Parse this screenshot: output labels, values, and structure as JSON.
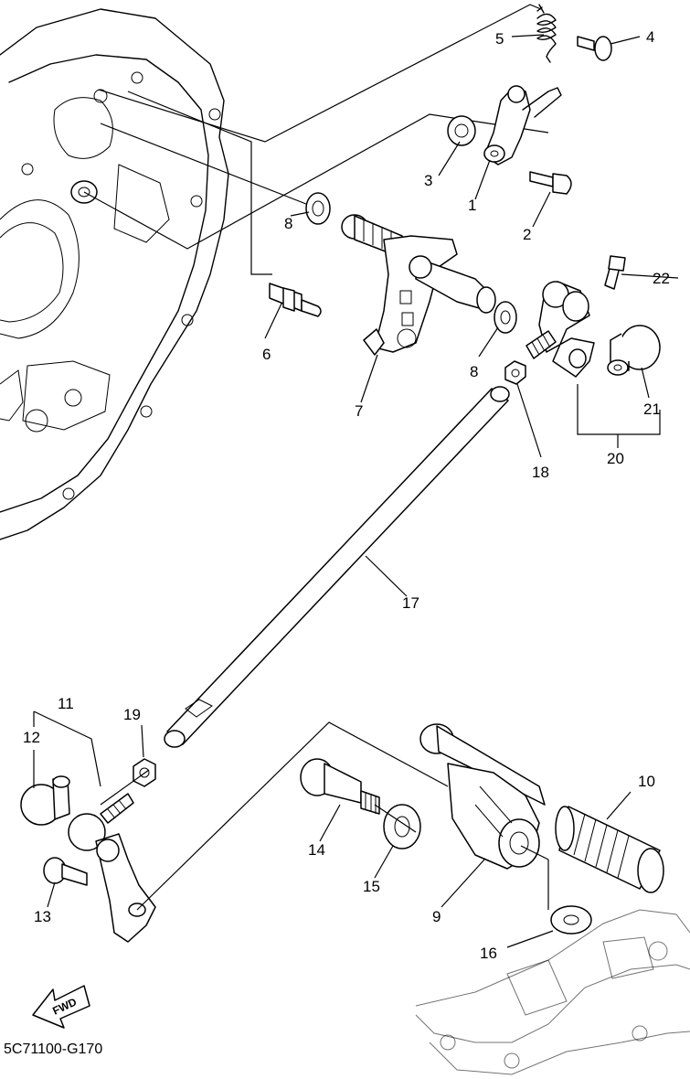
{
  "diagram_code": "5C71100-G170",
  "fwd_label": "FWD",
  "callouts": [
    {
      "id": "1",
      "text": "1"
    },
    {
      "id": "2",
      "text": "2"
    },
    {
      "id": "3",
      "text": "3"
    },
    {
      "id": "4",
      "text": "4"
    },
    {
      "id": "5",
      "text": "5"
    },
    {
      "id": "6",
      "text": "6"
    },
    {
      "id": "7",
      "text": "7"
    },
    {
      "id": "8a",
      "text": "8"
    },
    {
      "id": "8b",
      "text": "8"
    },
    {
      "id": "9",
      "text": "9"
    },
    {
      "id": "10",
      "text": "10"
    },
    {
      "id": "11",
      "text": "11"
    },
    {
      "id": "12",
      "text": "12"
    },
    {
      "id": "13",
      "text": "13"
    },
    {
      "id": "14",
      "text": "14"
    },
    {
      "id": "15",
      "text": "15"
    },
    {
      "id": "16",
      "text": "16"
    },
    {
      "id": "17",
      "text": "17"
    },
    {
      "id": "18",
      "text": "18"
    },
    {
      "id": "19",
      "text": "19"
    },
    {
      "id": "20",
      "text": "20"
    },
    {
      "id": "21",
      "text": "21"
    },
    {
      "id": "22",
      "text": "22"
    }
  ]
}
